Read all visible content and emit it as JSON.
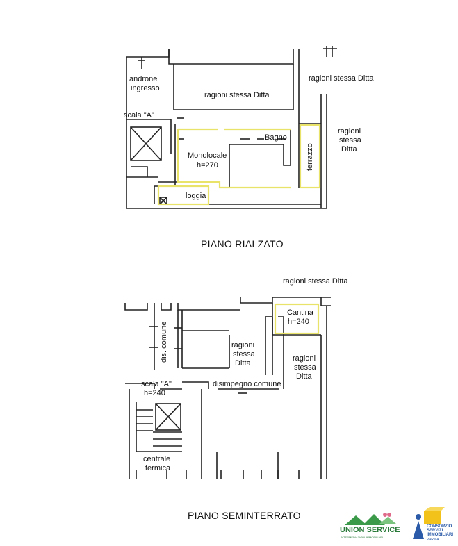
{
  "upper_plan": {
    "title": "PIANO RIALZATO",
    "rooms": {
      "androne": "androne",
      "ingresso": "ingresso",
      "scala": "scala \"A\"",
      "ragioni_center": "ragioni stessa Ditta",
      "ragioni_top_right": "ragioni stessa Ditta",
      "ragioni_right_1": "ragioni",
      "ragioni_right_2": "stessa",
      "ragioni_right_3": "Ditta",
      "bagno": "Bagno",
      "monolocale": "Monolocale",
      "monolocale_h": "h=270",
      "terrazzo": "terrazzo",
      "loggia": "loggia"
    }
  },
  "lower_plan": {
    "title": "PIANO SEMINTERRATO",
    "rooms": {
      "ragioni_top": "ragioni stessa Ditta",
      "cantina": "Cantina",
      "cantina_h": "h=240",
      "dis_comune": "dis. comune",
      "ragioni_mid_1": "ragioni",
      "ragioni_mid_2": "stessa",
      "ragioni_mid_3": "Ditta",
      "ragioni_right_1": "ragioni",
      "ragioni_right_2": "stessa",
      "ragioni_right_3": "Ditta",
      "scala": "scala \"A\"",
      "scala_h": "h=240",
      "disimpegno": "disimpegno comune",
      "centrale_1": "centrale",
      "centrale_2": "termica"
    }
  },
  "logos": {
    "union_service": "UNION SERVICE",
    "union_sub": "INTERMEDIAZIONI IMMOBILIARI",
    "consorzio_1": "CONSORZIO",
    "consorzio_2": "SERVIZI",
    "consorzio_3": "IMMOBILIARI",
    "consorzio_4": "PARMA"
  },
  "colors": {
    "wall": "#222222",
    "highlight": "#e9e36a",
    "logo_green": "#3a9a4a",
    "logo_yellow": "#f2c21a",
    "logo_blue": "#2a5aa8"
  }
}
